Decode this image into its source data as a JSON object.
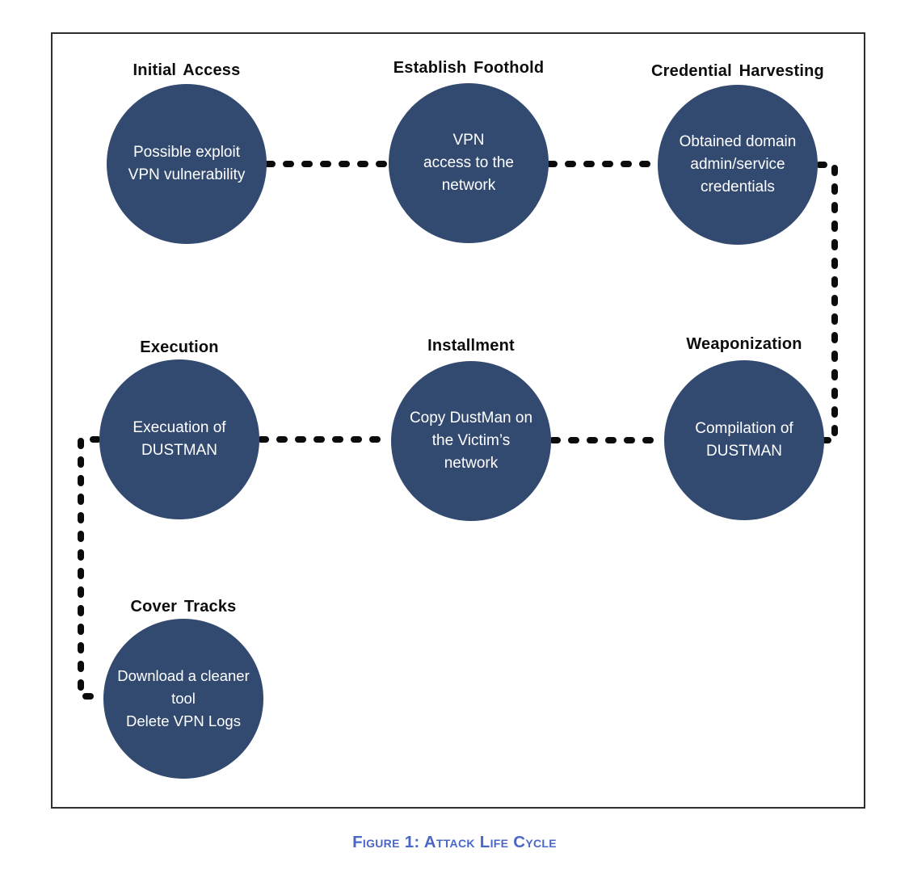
{
  "caption": "Figure 1: Attack Life Cycle",
  "colors": {
    "node_fill": "#334a70",
    "node_text": "#ffffff",
    "label_text": "#0d0d0d",
    "connector": "#0b0b0b",
    "caption_text": "#4a67c6",
    "frame_border": "#2e2e2e"
  },
  "nodes": [
    {
      "title": "Initial Access",
      "lines": [
        "Possible exploit",
        "VPN vulnerability"
      ]
    },
    {
      "title": "Establish Foothold",
      "lines": [
        "VPN",
        "access to the",
        "network"
      ]
    },
    {
      "title": "Credential Harvesting",
      "lines": [
        "Obtained domain",
        "admin/service",
        "credentials"
      ]
    },
    {
      "title": "Execution",
      "lines": [
        "Execuation of",
        "DUSTMAN"
      ]
    },
    {
      "title": "Installment",
      "lines": [
        "Copy DustMan on",
        "the Victim’s",
        "network"
      ]
    },
    {
      "title": "Weaponization",
      "lines": [
        "Compilation of",
        "DUSTMAN"
      ]
    },
    {
      "title": "Cover Tracks",
      "lines": [
        "Download a cleaner",
        "tool",
        "Delete VPN Logs"
      ]
    }
  ],
  "connections": [
    {
      "between": [
        "Initial Access",
        "Establish Foothold"
      ],
      "style": "dashed"
    },
    {
      "between": [
        "Establish Foothold",
        "Credential Harvesting"
      ],
      "style": "dashed"
    },
    {
      "between": [
        "Credential Harvesting",
        "Weaponization"
      ],
      "style": "dashed-elbow"
    },
    {
      "between": [
        "Execution",
        "Installment"
      ],
      "style": "dashed"
    },
    {
      "between": [
        "Installment",
        "Weaponization"
      ],
      "style": "dashed"
    },
    {
      "between": [
        "Execution",
        "Cover Tracks"
      ],
      "style": "dashed-elbow"
    }
  ]
}
